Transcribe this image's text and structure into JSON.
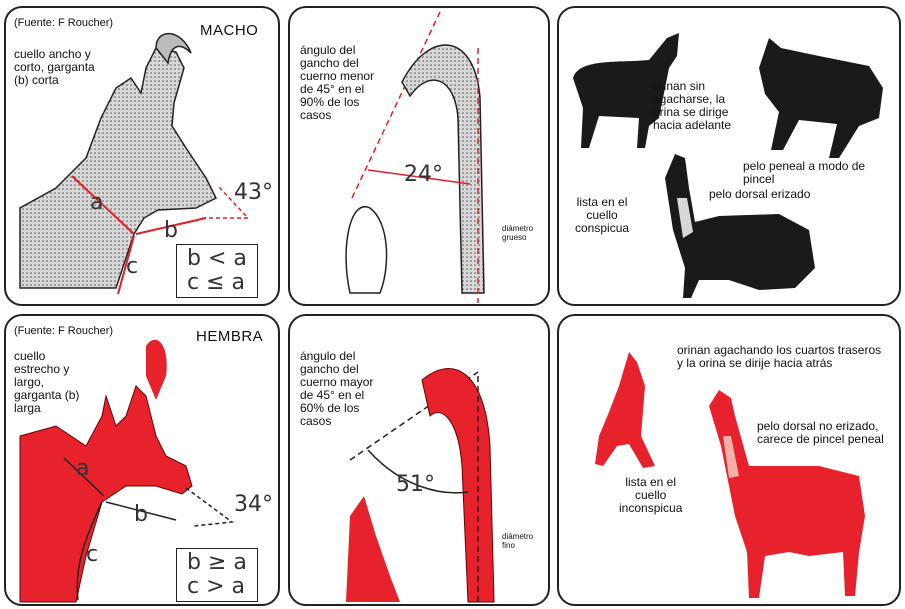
{
  "colors": {
    "male_fill": "#c8c8c8",
    "female_fill": "#e8222c",
    "annotation": "#e0202a",
    "ink": "#1a1a1a"
  },
  "male": {
    "profile": {
      "source": "(Fuente: F Roucher)",
      "title": "MACHO",
      "description": "cuello ancho y\ncorto, garganta\n(b) corta",
      "label_a": "a",
      "label_b": "b",
      "label_c": "c",
      "angle": "43°",
      "formula": "b < a\nc ≤ a"
    },
    "horn": {
      "description": "ángulo del\ngancho del\ncuerno menor\nde 45° en el\n90% de los\ncasos",
      "angle": "24°",
      "diameter": "diámetro\ngrueso"
    },
    "behavior": {
      "urine": "orinan sin\nagacharse, la\norina se dirige\nhacia adelante",
      "brush": "pelo peneal a modo de pincel",
      "dorsal": "pelo dorsal erizado",
      "neck_stripe": "lista en el\ncuello\nconspicua"
    }
  },
  "female": {
    "profile": {
      "source": "(Fuente: F Roucher)",
      "title": "HEMBRA",
      "description": "cuello\nestrecho y\nlargo,\ngarganta (b)\nlarga",
      "label_a": "a",
      "label_b": "b",
      "label_c": "c",
      "angle": "34°",
      "formula": "b ≥ a\nc > a"
    },
    "horn": {
      "description": "ángulo del\ngancho del\ncuerno mayor\nde 45° en el\n60% de los\ncasos",
      "angle": "51°",
      "diameter": "diámetro\nfino"
    },
    "behavior": {
      "urine": "orinan agachando los cuartos traseros\ny la orina se dirije hacia atrás",
      "dorsal": "pelo dorsal no erizado,\ncarece de pincel peneal",
      "neck_stripe": "lista en el\ncuello\ninconspicua"
    }
  }
}
